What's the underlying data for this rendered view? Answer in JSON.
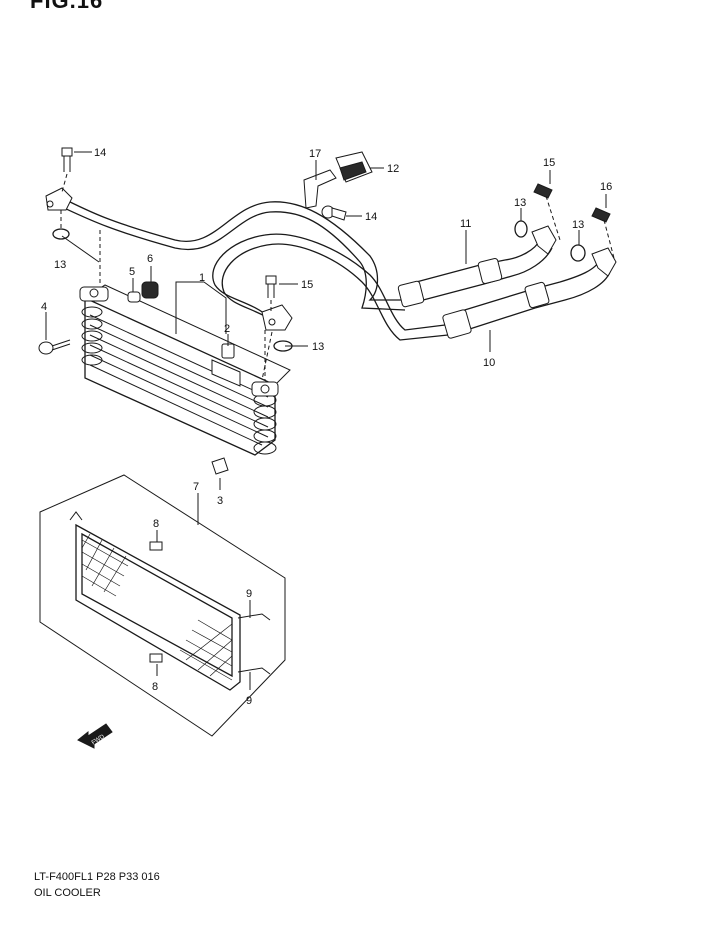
{
  "figure_title": "FIG.16",
  "footer": {
    "code": "LT-F400FL1  P28  P33   016",
    "name": "OIL COOLER"
  },
  "fwd_label": "FWD",
  "callouts": [
    "1",
    "2",
    "3",
    "4",
    "5",
    "6",
    "7",
    "8",
    "8",
    "9",
    "9",
    "10",
    "11",
    "12",
    "13",
    "13",
    "13",
    "13",
    "14",
    "14",
    "15",
    "15",
    "16",
    "17"
  ],
  "icons": [
    "bolt-icon",
    "washer-icon",
    "clamp-icon",
    "fwd-arrow-icon"
  ]
}
